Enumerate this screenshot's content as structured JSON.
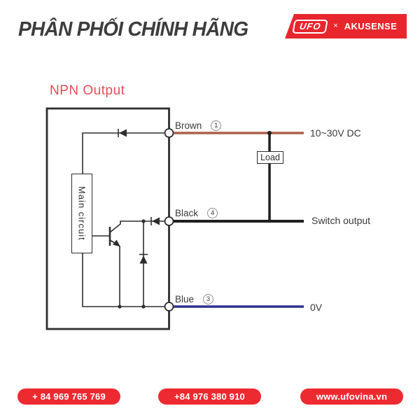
{
  "colors": {
    "accent_red": "#e8262e",
    "pill_red": "#ee2a31",
    "diagram_title_red": "#ea4b58",
    "circuit_line": "#2e2e2e",
    "brown_wire": "#ad604c",
    "black_wire": "#1f1f1f",
    "blue_wire": "#2f3193",
    "label_text": "#3a3a3a"
  },
  "header": {
    "title": "PHÂN PHỐI CHÍNH HÃNG",
    "badge": {
      "brand": "UFO",
      "separator": "×",
      "partner": "AKUSENSE"
    }
  },
  "diagram": {
    "title": "NPN Output",
    "main_circuit_label": "Main circuit",
    "load_label": "Load",
    "terminals": [
      {
        "wire": "Brown",
        "pin": "1",
        "label": "10~30V DC",
        "color": "#ad604c"
      },
      {
        "wire": "Black",
        "pin": "4",
        "label": "Switch output",
        "color": "#1f1f1f"
      },
      {
        "wire": "Blue",
        "pin": "3",
        "label": "0V",
        "color": "#2f3193"
      }
    ]
  },
  "footer": {
    "phone_1": "+ 84 969 765 769",
    "phone_2": "+84 976 380 910",
    "website": "www.ufovina.vn"
  }
}
